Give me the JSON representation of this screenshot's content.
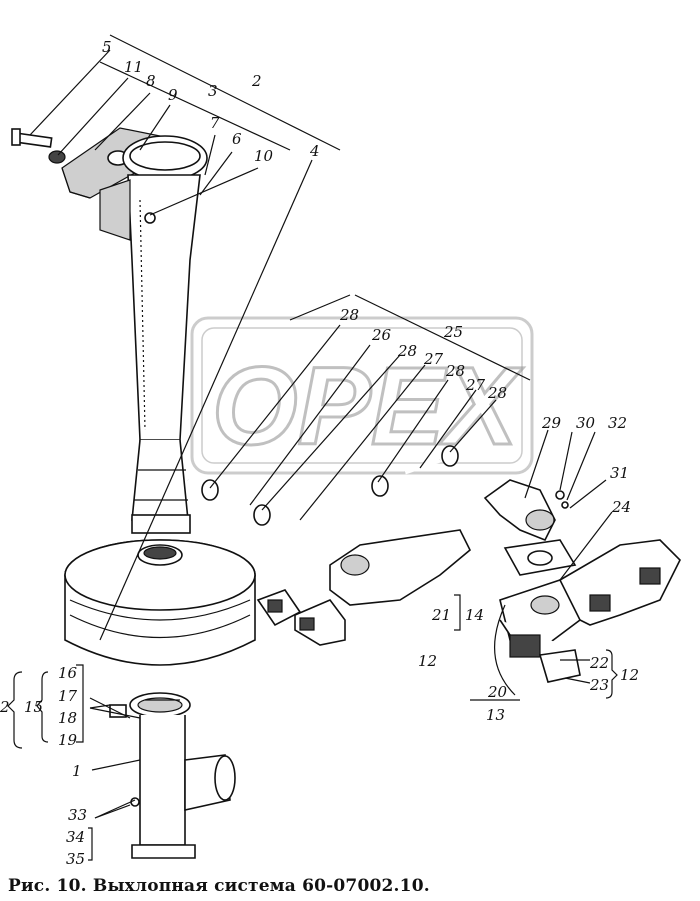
{
  "caption": "Рис. 10. Выхлопная система 60-07002.10.",
  "watermark": "OPEX",
  "labels": {
    "l5": "5",
    "l11": "11",
    "l8": "8",
    "l9": "9",
    "l3": "3",
    "l2top": "2",
    "l7": "7",
    "l6": "6",
    "l10": "10",
    "l4": "4",
    "l28a": "28",
    "l26": "26",
    "l25": "25",
    "l28b": "28",
    "l27a": "27",
    "l28c": "28",
    "l27b": "27",
    "l28d": "28",
    "l29": "29",
    "l30": "30",
    "l32": "32",
    "l31": "31",
    "l24": "24",
    "l21": "21",
    "l14": "14",
    "l12a": "12",
    "l22": "22",
    "l23": "23",
    "l12b": "12",
    "l20": "20",
    "l13": "13",
    "l2left": "2",
    "l15": "15",
    "l16": "16",
    "l17": "17",
    "l18": "18",
    "l19": "19",
    "l1": "1",
    "l33": "33",
    "l34": "34",
    "l35": "35"
  }
}
